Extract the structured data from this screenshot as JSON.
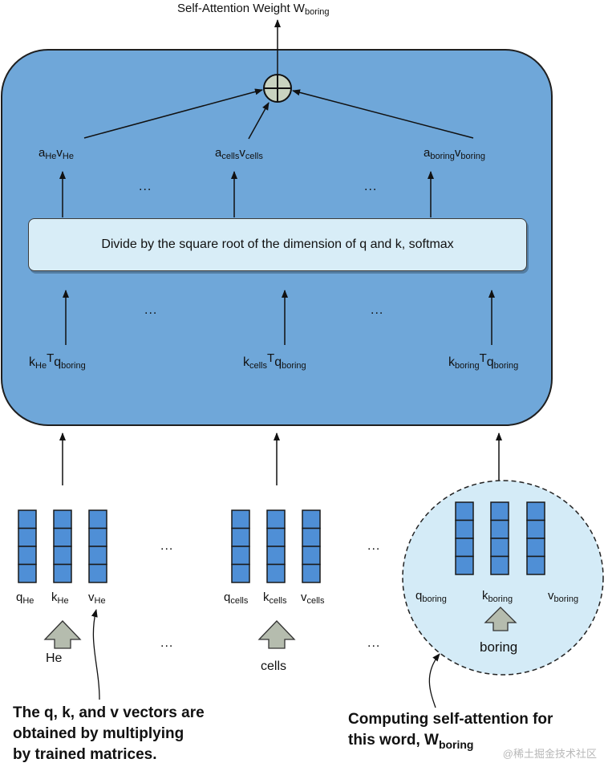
{
  "title": {
    "text": "Self-Attention Weight W",
    "sub": "boring"
  },
  "softmax_text": "Divide by the square root of the dimension of q and k, softmax",
  "av_labels": {
    "he": {
      "a": "a",
      "a_sub": "He",
      "v": "v",
      "v_sub": "He"
    },
    "cells": {
      "a": "a",
      "a_sub": "cells",
      "v": "v",
      "v_sub": "cells"
    },
    "boring": {
      "a": "a",
      "a_sub": "boring",
      "v": "v",
      "v_sub": "boring"
    }
  },
  "kq_labels": {
    "he": {
      "k": "k",
      "k_sub": "He",
      "T": "T",
      "q": "q",
      "q_sub": "boring"
    },
    "cells": {
      "k": "k",
      "k_sub": "cells",
      "T": "T",
      "q": "q",
      "q_sub": "boring"
    },
    "boring": {
      "k": "k",
      "k_sub": "boring",
      "T": "T",
      "q": "q",
      "q_sub": "boring"
    }
  },
  "ellipsis": "...",
  "vectors": {
    "he": {
      "q": "q",
      "q_sub": "He",
      "k": "k",
      "k_sub": "He",
      "v": "v",
      "v_sub": "He"
    },
    "cells": {
      "q": "q",
      "q_sub": "cells",
      "k": "k",
      "k_sub": "cells",
      "v": "v",
      "v_sub": "cells"
    },
    "boring": {
      "q": "q",
      "q_sub": "boring",
      "k": "k",
      "k_sub": "boring",
      "v": "v",
      "v_sub": "boring"
    }
  },
  "words": {
    "he": "He",
    "cells": "cells",
    "boring": "boring"
  },
  "notes": {
    "left": [
      "The q, k, and v vectors are",
      "obtained by multiplying",
      "by trained matrices."
    ],
    "right_line1": "Computing self-attention for",
    "right_line2": "this word, W",
    "right_sub": "boring"
  },
  "watermark": "@稀土掘金技术社区",
  "colors": {
    "panel": "#6fa7d9",
    "panel_stroke": "#1f1f1f",
    "box": "#d8edf7",
    "circle": "#d4ebf7",
    "cell": "#4f8fd6",
    "plus": "#c9d3c0",
    "up_arrow": "#b5bcae"
  }
}
